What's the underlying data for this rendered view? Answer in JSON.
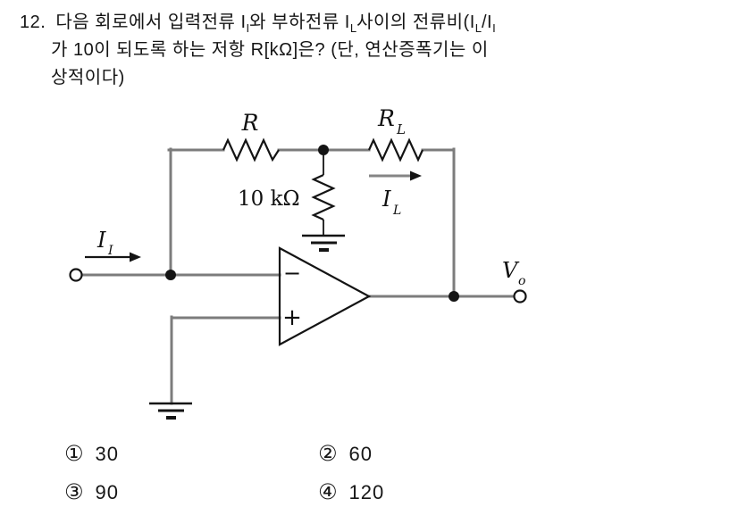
{
  "question": {
    "number": "12.",
    "line1": {
      "p1": "다음 회로에서 입력전류 I",
      "s1": "I",
      "p2": "와 부하전류 I",
      "s2": "L",
      "p3": "사이의 전류비(I",
      "s3": "L",
      "p4": "/I",
      "s4": "I"
    },
    "line2": "가 10이 되도록 하는 저항 R[kΩ]은? (단, 연산증폭기는 이",
    "line3": "상적이다)"
  },
  "circuit": {
    "labels": {
      "feedback_resistor": "R",
      "load_resistor_base": "R",
      "load_resistor_sub": "L",
      "shunt_resistor_value": "10 kΩ",
      "input_current_base": "I",
      "input_current_sub": "I",
      "load_current_base": "I",
      "load_current_sub": "L",
      "output_voltage_base": "V",
      "output_voltage_sub": "o",
      "opamp_inverting": "−",
      "opamp_noninverting": "+"
    },
    "colors": {
      "wire": "#7c7c7c",
      "component": "#141414"
    }
  },
  "choices": [
    {
      "marker": "①",
      "value": "30"
    },
    {
      "marker": "②",
      "value": "60"
    },
    {
      "marker": "③",
      "value": "90"
    },
    {
      "marker": "④",
      "value": "120"
    }
  ]
}
